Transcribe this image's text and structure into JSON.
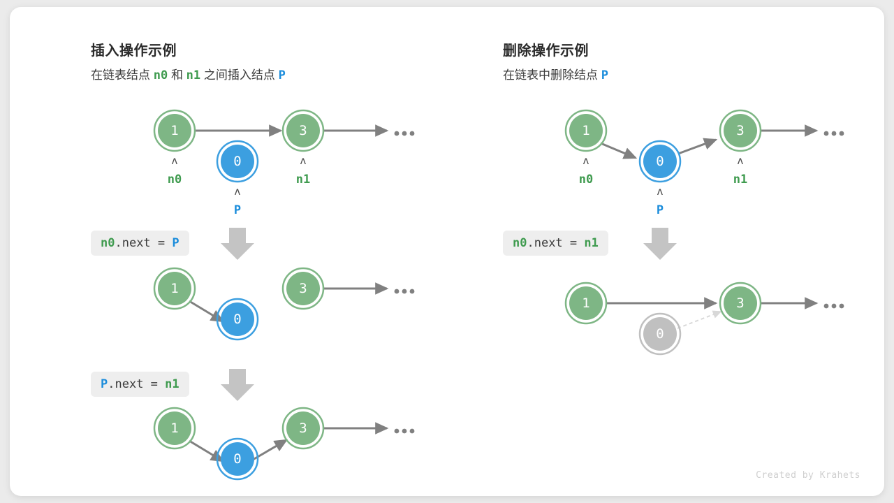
{
  "credit": "Created by Krahets",
  "colors": {
    "node_green_fill": "#7EB685",
    "node_green_ring": "#7EB685",
    "node_blue_fill": "#3C9FE0",
    "node_blue_ring": "#3C9FE0",
    "node_gray_fill": "#C0C0C0",
    "node_gray_ring": "#C0C0C0",
    "arrow_gray": "#808080",
    "arrow_dashed": "#D8D8D8",
    "block_arrow": "#C4C4C4",
    "label_green": "#3f9b4f",
    "label_blue": "#1a8cdb",
    "code_bg": "#eeeeee",
    "card_bg": "#ffffff",
    "page_bg": "#ebebeb"
  },
  "panels": [
    {
      "id": "insert",
      "title": "插入操作示例",
      "subtitle_parts": [
        {
          "text": "在链表结点 ",
          "style": "plain"
        },
        {
          "text": "n0",
          "style": "green"
        },
        {
          "text": " 和 ",
          "style": "plain"
        },
        {
          "text": "n1",
          "style": "green"
        },
        {
          "text": " 之间插入结点 ",
          "style": "plain"
        },
        {
          "text": "P",
          "style": "blue"
        }
      ],
      "steps": [
        {
          "code_parts": [
            {
              "text": "n0",
              "style": "green"
            },
            {
              "text": ".next = ",
              "style": "plain"
            },
            {
              "text": "P",
              "style": "blue"
            }
          ]
        },
        {
          "code_parts": [
            {
              "text": "P",
              "style": "blue"
            },
            {
              "text": ".next = ",
              "style": "plain"
            },
            {
              "text": "n1",
              "style": "green"
            }
          ]
        }
      ],
      "rows": [
        {
          "nodes": [
            {
              "value": "1",
              "color": "green",
              "label": "n0",
              "label_color": "green",
              "label_gap": "near"
            },
            {
              "value": "0",
              "color": "blue",
              "label": "P",
              "label_color": "blue",
              "label_gap": "far"
            },
            {
              "value": "3",
              "color": "green",
              "label": "n1",
              "label_color": "green",
              "label_gap": "near"
            }
          ],
          "ellipsis": true
        },
        {
          "nodes": [
            {
              "value": "1",
              "color": "green"
            },
            {
              "value": "0",
              "color": "blue"
            },
            {
              "value": "3",
              "color": "green"
            }
          ],
          "ellipsis": true
        },
        {
          "nodes": [
            {
              "value": "1",
              "color": "green"
            },
            {
              "value": "0",
              "color": "blue"
            },
            {
              "value": "3",
              "color": "green"
            }
          ],
          "ellipsis": true
        }
      ]
    },
    {
      "id": "delete",
      "title": "删除操作示例",
      "subtitle_parts": [
        {
          "text": "在链表中删除结点 ",
          "style": "plain"
        },
        {
          "text": "P",
          "style": "blue"
        }
      ],
      "steps": [
        {
          "code_parts": [
            {
              "text": "n0",
              "style": "green"
            },
            {
              "text": ".next = ",
              "style": "plain"
            },
            {
              "text": "n1",
              "style": "green"
            }
          ]
        }
      ],
      "rows": [
        {
          "nodes": [
            {
              "value": "1",
              "color": "green",
              "label": "n0",
              "label_color": "green",
              "label_gap": "near"
            },
            {
              "value": "0",
              "color": "blue",
              "label": "P",
              "label_color": "blue",
              "label_gap": "far"
            },
            {
              "value": "3",
              "color": "green",
              "label": "n1",
              "label_color": "green",
              "label_gap": "near"
            }
          ],
          "ellipsis": true
        },
        {
          "nodes": [
            {
              "value": "1",
              "color": "green"
            },
            {
              "value": "0",
              "color": "gray"
            },
            {
              "value": "3",
              "color": "green"
            }
          ],
          "ellipsis": true
        }
      ]
    }
  ],
  "caret_glyph": "ʌ"
}
